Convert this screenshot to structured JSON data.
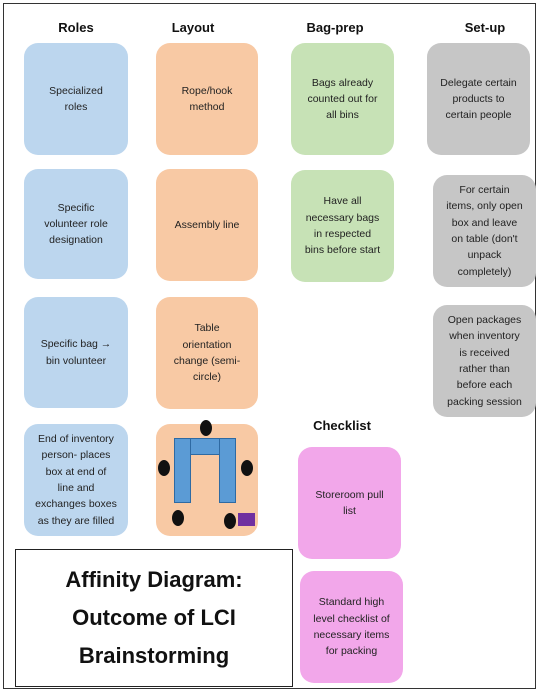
{
  "columns": {
    "roles": "Roles",
    "layout": "Layout",
    "bag_prep": "Bag-prep",
    "setup": "Set-up",
    "checklist": "Checklist"
  },
  "notes": {
    "roles_1": "Specialized\nroles",
    "roles_2": "Specific\nvolunteer role\ndesignation",
    "roles_3": "Specific bag →\nbin volunteer",
    "roles_4": "End of inventory\nperson- places\nbox at end of\nline and\nexchanges boxes\nas they are filled",
    "layout_1": "Rope/hook\nmethod",
    "layout_2": "Assembly line",
    "layout_3": "Table\norientation\nchange (semi-\ncircle)",
    "bag_prep_1": "Bags already\ncounted out for\nall bins",
    "bag_prep_2": "Have all\nnecessary bags\nin respected\nbins before start",
    "setup_1": "Delegate certain\nproducts to\ncertain people",
    "setup_2": "For certain\nitems, only open\nbox and leave\non table (don't\nunpack\ncompletely)",
    "setup_3": "Open packages\nwhen inventory\nis received\nrather than\nbefore each\npacking session",
    "checklist_1": "Storeroom pull\nlist",
    "checklist_2": "Standard high\nlevel checklist of\nnecessary items\nfor packing"
  },
  "title": {
    "line1": "Affinity Diagram:",
    "line2": "Outcome of LCI",
    "line3": "Brainstorming"
  },
  "colors": {
    "blue": "#bcd6ee",
    "orange": "#f8c9a4",
    "green": "#c7e2b6",
    "gray": "#c6c6c6",
    "pink": "#f2a7ea",
    "table_blue": "#5b9bd5",
    "marker_purple": "#7030a0"
  }
}
